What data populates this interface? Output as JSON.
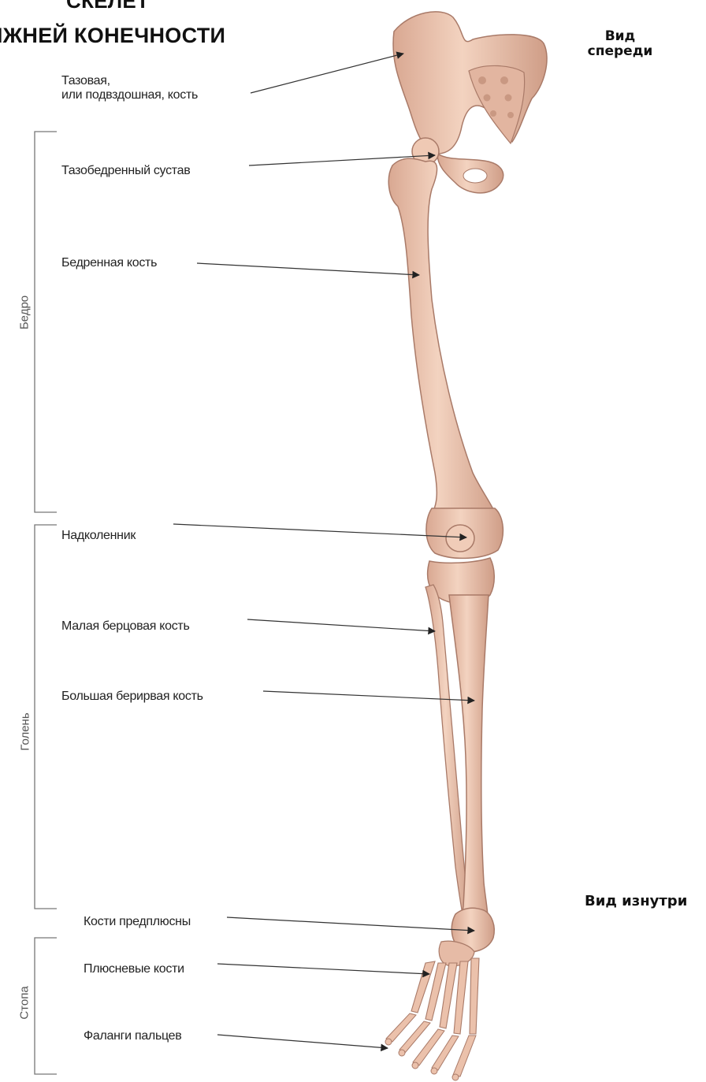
{
  "title": {
    "line1": "СКЕЛЕТ",
    "line2": "ИЖНЕЙ КОНЕЧНОСТИ"
  },
  "views": {
    "front": "Вид спереди",
    "inside": "Вид изнутри"
  },
  "labels": {
    "pelvis": "Тазовая,\nили подвздошная, кость",
    "hip_joint": "Тазобедренный сустав",
    "femur": "Бедренная кость",
    "patella": "Надколенник",
    "fibula": "Малая берцовая кость",
    "tibia": "Большая берирвая кость",
    "tarsals": "Кости предплюсны",
    "metatarsals": "Плюсневые кости",
    "phalanges": "Фаланги пальцев"
  },
  "regions": {
    "thigh": "Бедро",
    "shin": "Голень",
    "foot": "Стопа"
  },
  "colors": {
    "bone": "#ecc3ad",
    "bone_shadow": "#c99882",
    "bone_outline": "#a97a68",
    "text": "#222222",
    "bracket": "#777777",
    "leader": "#333333"
  }
}
